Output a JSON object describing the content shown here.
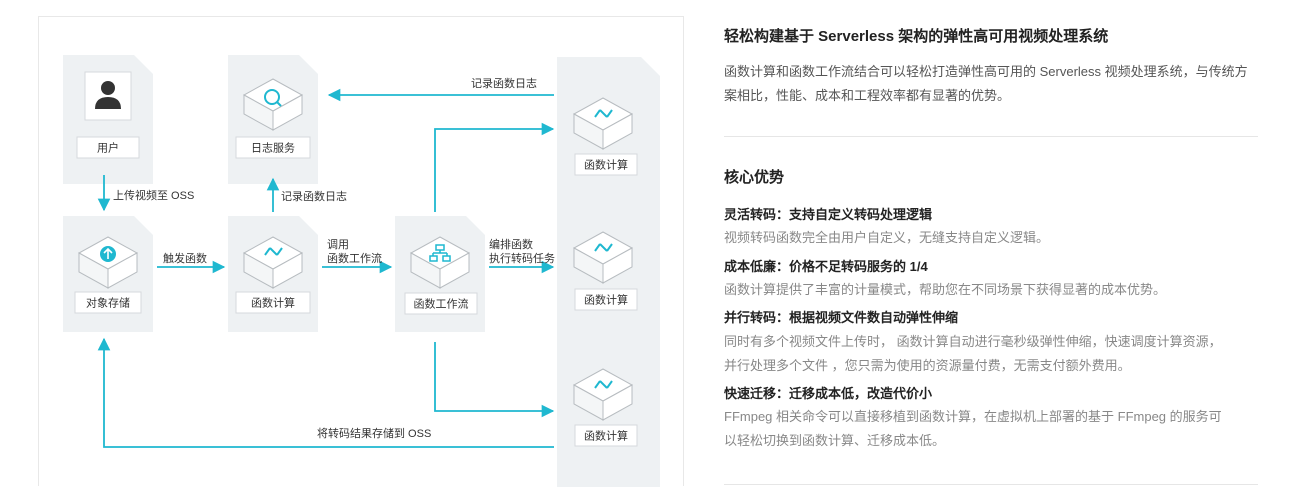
{
  "diagram": {
    "nodes": {
      "user": {
        "label": "用户",
        "icon": "user-icon"
      },
      "log_service": {
        "label": "日志服务",
        "icon": "log-search-icon"
      },
      "object_storage": {
        "label": "对象存储",
        "icon": "cloud-upload-icon"
      },
      "fc_main": {
        "label": "函数计算",
        "icon": "function-compute-icon"
      },
      "workflow": {
        "label": "函数工作流",
        "icon": "workflow-icon"
      },
      "fc_top": {
        "label": "函数计算",
        "icon": "function-compute-icon"
      },
      "fc_middle": {
        "label": "函数计算",
        "icon": "function-compute-icon"
      },
      "fc_bottom": {
        "label": "函数计算",
        "icon": "function-compute-icon"
      }
    },
    "edges": {
      "upload": "上传视频至 OSS",
      "log_from_fc": "记录函数日志",
      "log_from_right": "记录函数日志",
      "trigger": "触发函数",
      "invoke_line1": "调用",
      "invoke_line2": "函数工作流",
      "orchestrate_line1": "编排函数",
      "orchestrate_line2": "执行转码任务",
      "store_result": "将转码结果存储到 OSS"
    },
    "colors": {
      "arrow": "#1fb8d0",
      "node_bg": "#eef1f3",
      "icon_dark": "#333333",
      "icon_accent": "#1fb8d0"
    }
  },
  "content": {
    "title": "轻松构建基于 Serverless 架构的弹性高可用视频处理系统",
    "intro": "函数计算和函数工作流结合可以轻松打造弹性高可用的 Serverless 视频处理系统，与传统方案相比，性能、成本和工程效率都有显著的优势。",
    "advantages_title": "核心优势",
    "advantages": [
      {
        "heading": "灵活转码：支持自定义转码处理逻辑",
        "body": "视频转码函数完全由用户自定义，无缝支持自定义逻辑。"
      },
      {
        "heading": "成本低廉：价格不足转码服务的 1/4",
        "body": "函数计算提供了丰富的计量模式，帮助您在不同场景下获得显著的成本优势。"
      },
      {
        "heading": "并行转码：根据视频文件数自动弹性伸缩",
        "body": "同时有多个视频文件上传时， 函数计算自动进行毫秒级弹性伸缩，快速调度计算资源， 并行处理多个文件 ，您只需为使用的资源量付费，无需支付额外费用。"
      },
      {
        "heading": "快速迁移：迁移成本低，改造代价小",
        "body": "FFmpeg 相关命令可以直接移植到函数计算，在虚拟机上部署的基于 FFmpeg 的服务可以轻松切换到函数计算、迁移成本低。"
      }
    ]
  }
}
